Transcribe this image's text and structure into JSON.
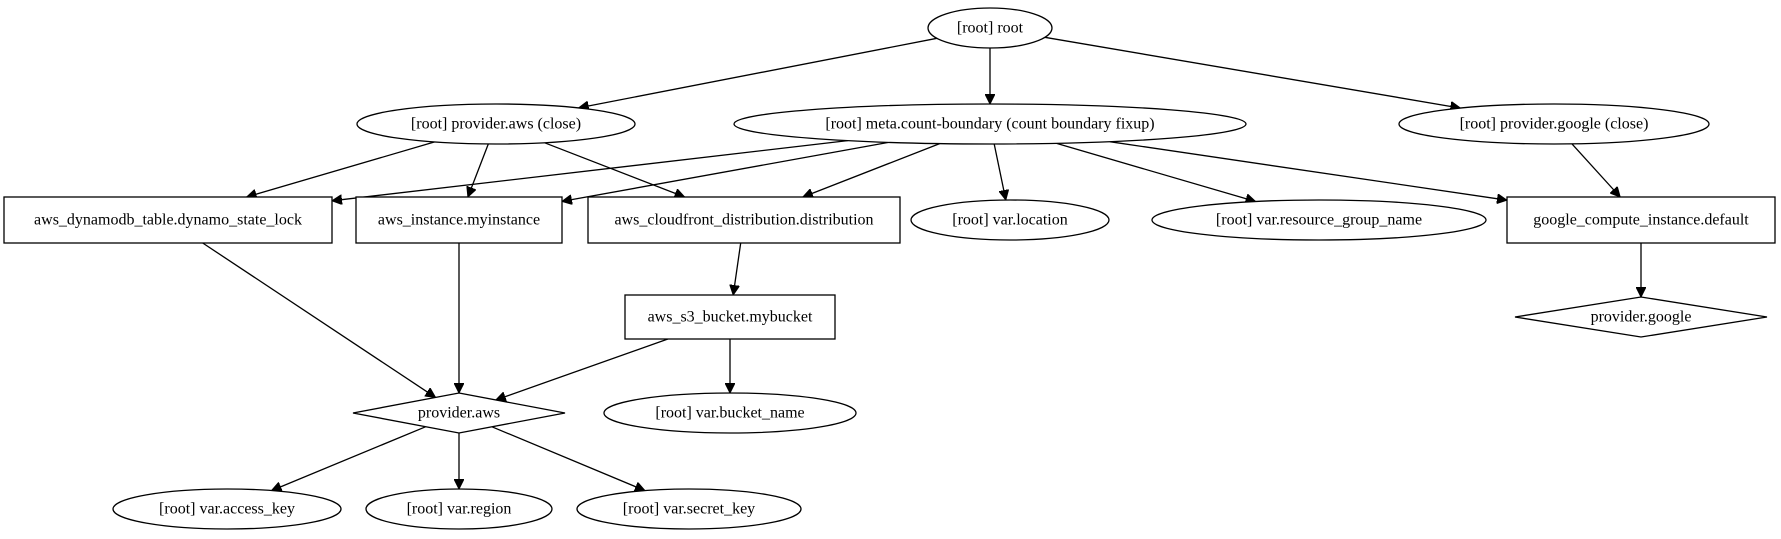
{
  "graph": {
    "nodes": [
      {
        "id": "root",
        "label": "[root] root",
        "shape": "ellipse"
      },
      {
        "id": "provider_aws_close",
        "label": "[root] provider.aws (close)",
        "shape": "ellipse"
      },
      {
        "id": "meta_count_boundary",
        "label": "[root] meta.count-boundary (count boundary fixup)",
        "shape": "ellipse"
      },
      {
        "id": "provider_google_close",
        "label": "[root] provider.google (close)",
        "shape": "ellipse"
      },
      {
        "id": "dynamodb_table",
        "label": "aws_dynamodb_table.dynamo_state_lock",
        "shape": "box"
      },
      {
        "id": "aws_instance",
        "label": "aws_instance.myinstance",
        "shape": "box"
      },
      {
        "id": "cloudfront",
        "label": "aws_cloudfront_distribution.distribution",
        "shape": "box"
      },
      {
        "id": "var_location",
        "label": "[root] var.location",
        "shape": "ellipse"
      },
      {
        "id": "var_resource_group_name",
        "label": "[root] var.resource_group_name",
        "shape": "ellipse"
      },
      {
        "id": "google_compute_instance",
        "label": "google_compute_instance.default",
        "shape": "box"
      },
      {
        "id": "s3_bucket",
        "label": "aws_s3_bucket.mybucket",
        "shape": "box"
      },
      {
        "id": "provider_google",
        "label": "provider.google",
        "shape": "diamond"
      },
      {
        "id": "provider_aws",
        "label": "provider.aws",
        "shape": "diamond"
      },
      {
        "id": "var_bucket_name",
        "label": "[root] var.bucket_name",
        "shape": "ellipse"
      },
      {
        "id": "var_access_key",
        "label": "[root] var.access_key",
        "shape": "ellipse"
      },
      {
        "id": "var_region",
        "label": "[root] var.region",
        "shape": "ellipse"
      },
      {
        "id": "var_secret_key",
        "label": "[root] var.secret_key",
        "shape": "ellipse"
      }
    ],
    "edges": [
      {
        "from": "root",
        "to": "provider_aws_close"
      },
      {
        "from": "root",
        "to": "meta_count_boundary"
      },
      {
        "from": "root",
        "to": "provider_google_close"
      },
      {
        "from": "provider_aws_close",
        "to": "dynamodb_table"
      },
      {
        "from": "provider_aws_close",
        "to": "aws_instance"
      },
      {
        "from": "provider_aws_close",
        "to": "cloudfront"
      },
      {
        "from": "meta_count_boundary",
        "to": "dynamodb_table"
      },
      {
        "from": "meta_count_boundary",
        "to": "aws_instance"
      },
      {
        "from": "meta_count_boundary",
        "to": "cloudfront"
      },
      {
        "from": "meta_count_boundary",
        "to": "var_location"
      },
      {
        "from": "meta_count_boundary",
        "to": "var_resource_group_name"
      },
      {
        "from": "meta_count_boundary",
        "to": "google_compute_instance"
      },
      {
        "from": "provider_google_close",
        "to": "google_compute_instance"
      },
      {
        "from": "dynamodb_table",
        "to": "provider_aws"
      },
      {
        "from": "aws_instance",
        "to": "provider_aws"
      },
      {
        "from": "cloudfront",
        "to": "s3_bucket"
      },
      {
        "from": "google_compute_instance",
        "to": "provider_google"
      },
      {
        "from": "s3_bucket",
        "to": "provider_aws"
      },
      {
        "from": "s3_bucket",
        "to": "var_bucket_name"
      },
      {
        "from": "provider_aws",
        "to": "var_access_key"
      },
      {
        "from": "provider_aws",
        "to": "var_region"
      },
      {
        "from": "provider_aws",
        "to": "var_secret_key"
      }
    ]
  }
}
